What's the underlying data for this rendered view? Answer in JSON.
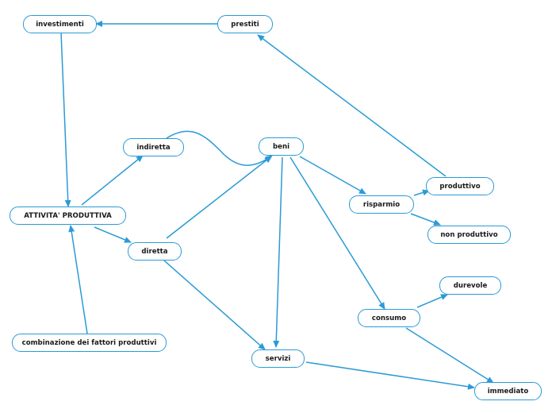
{
  "colors": {
    "edge": "#2b9ad6",
    "node_border": "#2b9ad6",
    "text": "#1a1a1a"
  },
  "nodes": {
    "investimenti": "investimenti",
    "prestiti": "prestiti",
    "indiretta": "indiretta",
    "beni": "beni",
    "produttivo": "produttivo",
    "risparmio": "risparmio",
    "attivita": "ATTIVITA' PRODUTTIVA",
    "non_produttivo": "non produttivo",
    "diretta": "diretta",
    "durevole": "durevole",
    "consumo": "consumo",
    "combinazione": "combinazione dei fattori produttivi",
    "servizi": "servizi",
    "immediato": "immediato"
  }
}
